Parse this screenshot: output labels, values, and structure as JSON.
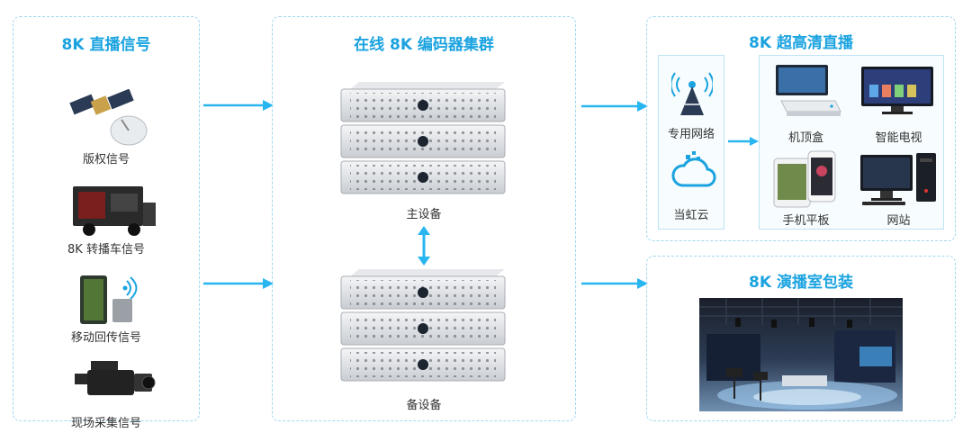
{
  "colors": {
    "accent": "#1ba3e0",
    "panel_border": "#9fd6ee",
    "arrow": "#29b6f0"
  },
  "left_panel": {
    "title": "8K 直播信号",
    "items": [
      {
        "label": "版权信号",
        "icon": "satellite-icon"
      },
      {
        "label": "8K 转播车信号",
        "icon": "broadcast-truck-icon"
      },
      {
        "label": "移动回传信号",
        "icon": "mobile-backpack-icon"
      },
      {
        "label": "现场采集信号",
        "icon": "video-camera-icon"
      }
    ]
  },
  "center_panel": {
    "title": "在线 8K 编码器集群",
    "primary_label": "主设备",
    "backup_label": "备设备"
  },
  "right_top_panel": {
    "title": "8K 超高清直播",
    "network": [
      {
        "label": "专用网络",
        "icon": "signal-tower-icon"
      },
      {
        "label": "当虹云",
        "icon": "cloud-icon"
      }
    ],
    "terminals": [
      {
        "label": "机顶盒",
        "icon": "set-top-box-icon"
      },
      {
        "label": "智能电视",
        "icon": "smart-tv-icon"
      },
      {
        "label": "手机平板",
        "icon": "phone-tablet-icon"
      },
      {
        "label": "网站",
        "icon": "desktop-pc-icon"
      }
    ]
  },
  "right_bottom_panel": {
    "title": "8K 演播室包装"
  }
}
